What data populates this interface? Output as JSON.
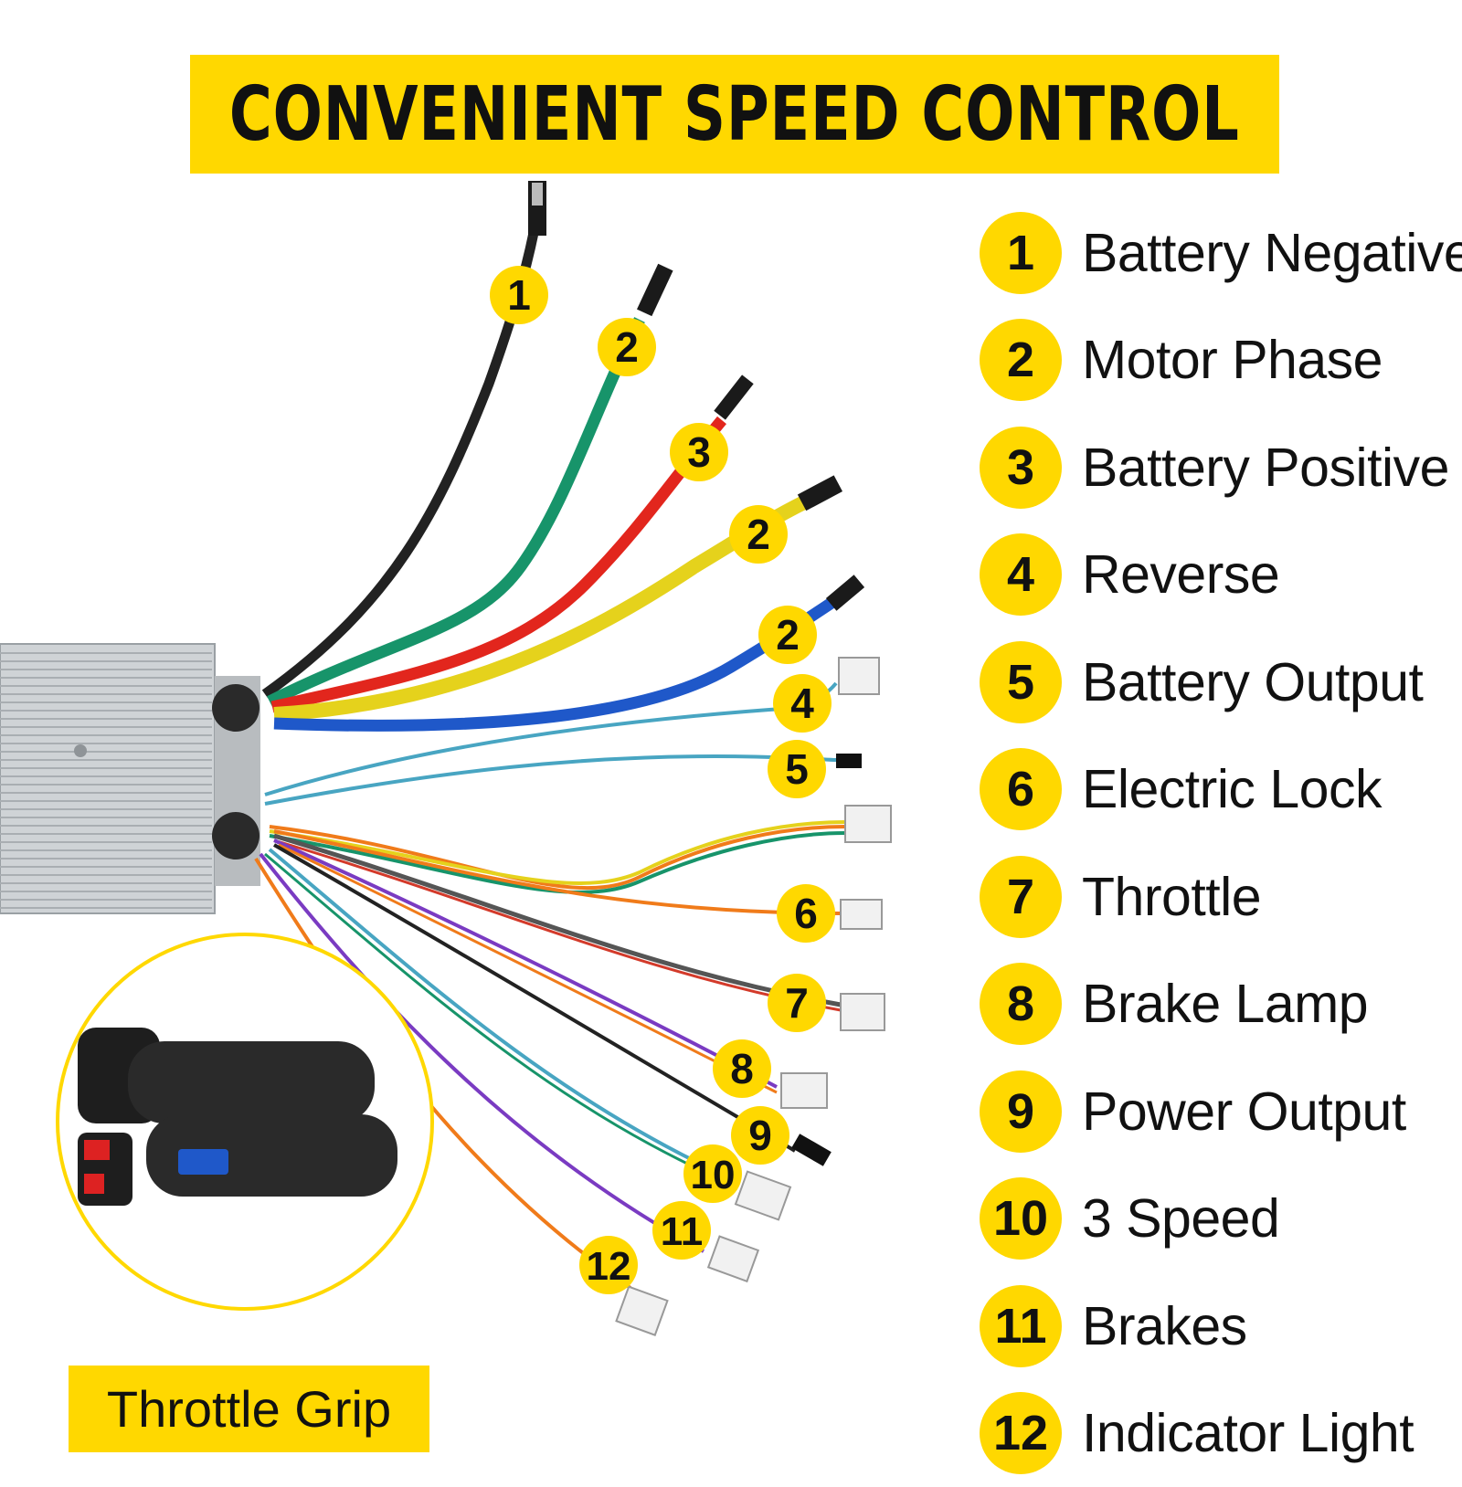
{
  "title": "CONVENIENT SPEED CONTROL",
  "colors": {
    "accent": "#FFD800"
  },
  "legend": [
    {
      "num": "1",
      "label": "Battery Negative"
    },
    {
      "num": "2",
      "label": "Motor Phase"
    },
    {
      "num": "3",
      "label": "Battery Positive"
    },
    {
      "num": "4",
      "label": "Reverse"
    },
    {
      "num": "5",
      "label": "Battery Output"
    },
    {
      "num": "6",
      "label": "Electric Lock"
    },
    {
      "num": "7",
      "label": "Throttle"
    },
    {
      "num": "8",
      "label": "Brake Lamp"
    },
    {
      "num": "9",
      "label": "Power Output"
    },
    {
      "num": "10",
      "label": "3 Speed"
    },
    {
      "num": "11",
      "label": "Brakes"
    },
    {
      "num": "12",
      "label": "Indicator Light"
    }
  ],
  "wire_markers": [
    "1",
    "2",
    "3",
    "2",
    "2",
    "4",
    "5",
    "6",
    "7",
    "8",
    "9",
    "10",
    "11",
    "12"
  ],
  "inset_caption": "Throttle Grip"
}
